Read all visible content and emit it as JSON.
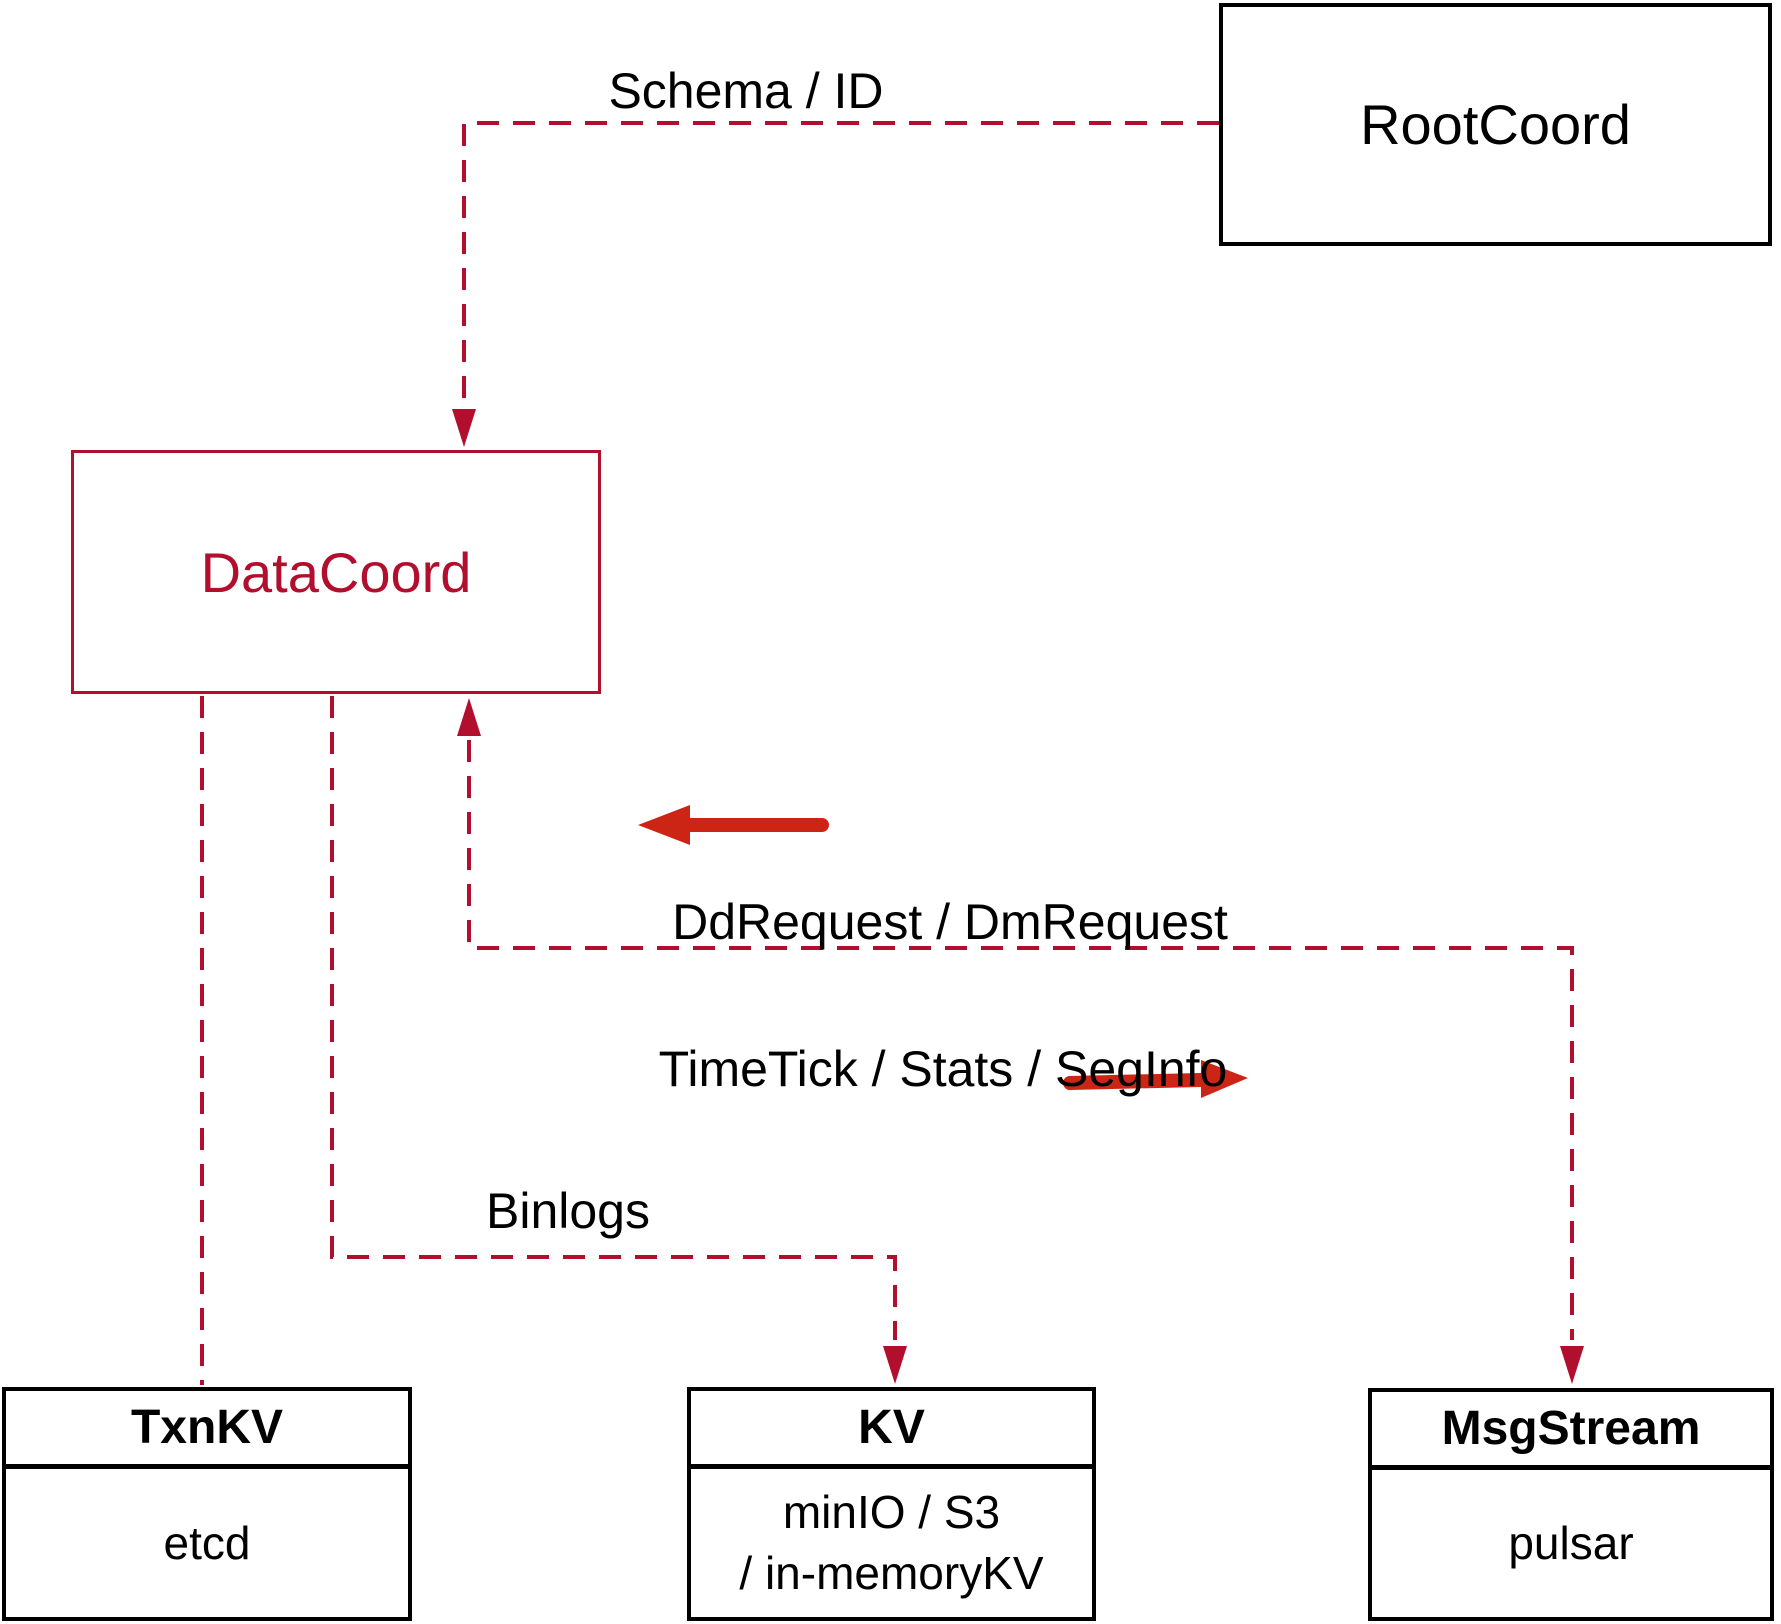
{
  "diagram": {
    "nodes": {
      "rootcoord": {
        "label": "RootCoord"
      },
      "datacoord": {
        "label": "DataCoord"
      },
      "txnkv": {
        "title": "TxnKV",
        "body": "etcd"
      },
      "kv": {
        "title": "KV",
        "body_line1": "minIO / S3",
        "body_line2": "/ in-memoryKV"
      },
      "msgstream": {
        "title": "MsgStream",
        "body": "pulsar"
      }
    },
    "edges": {
      "schema_id": {
        "label": "Schema / ID",
        "from": "RootCoord",
        "to": "DataCoord",
        "style": "dashed",
        "direction": "down-arrow"
      },
      "dd_dm_request": {
        "label": "DdRequest / DmRequest",
        "from": "MsgStream",
        "to": "DataCoord",
        "style": "dashed",
        "direction": "up-arrow"
      },
      "timetick": {
        "label": "TimeTick / Stats / SegInfo",
        "from": "DataCoord",
        "to": "MsgStream",
        "style": "dashed",
        "direction": "down-arrow"
      },
      "txnkv_link": {
        "label": "",
        "from": "DataCoord",
        "to": "TxnKV",
        "style": "dashed",
        "direction": "none"
      },
      "binlogs": {
        "label": "Binlogs",
        "from": "DataCoord",
        "to": "KV",
        "style": "dashed",
        "direction": "down-arrow"
      }
    },
    "colors": {
      "dashed_line": "#b20e2e",
      "solid_arrow": "#cc2515",
      "box_border": "#000000",
      "datacoord_accent": "#b20e2e",
      "text": "#000000",
      "background": "#ffffff"
    }
  }
}
